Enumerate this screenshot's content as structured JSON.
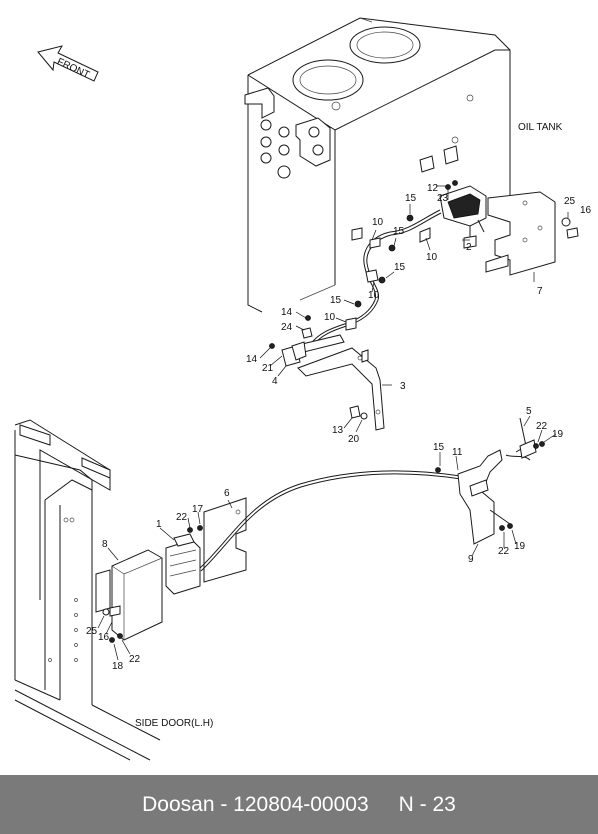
{
  "diagram": {
    "front_label": "FRONT",
    "oil_tank_label": "OIL TANK",
    "side_door_label": "SIDE DOOR(L.H)",
    "callouts": {
      "c1": "1",
      "c2": "2",
      "c3": "3",
      "c4": "4",
      "c5": "5",
      "c6": "6",
      "c7": "7",
      "c8": "8",
      "c9": "9",
      "c10a": "10",
      "c10b": "10",
      "c10c": "10",
      "c10d": "10",
      "c11": "11",
      "c12": "12",
      "c13": "13",
      "c14a": "14",
      "c14b": "14",
      "c15a": "15",
      "c15b": "15",
      "c15c": "15",
      "c15d": "15",
      "c15e": "15",
      "c16a": "16",
      "c16b": "16",
      "c17": "17",
      "c18": "18",
      "c19a": "19",
      "c19b": "19",
      "c20": "20",
      "c21": "21",
      "c22a": "22",
      "c22b": "22",
      "c22c": "22",
      "c22d": "22",
      "c23": "23",
      "c24": "24",
      "c25a": "25",
      "c25b": "25"
    }
  },
  "footer": {
    "brand_part": "Doosan - 120804-00003",
    "page_ref": "N - 23"
  }
}
